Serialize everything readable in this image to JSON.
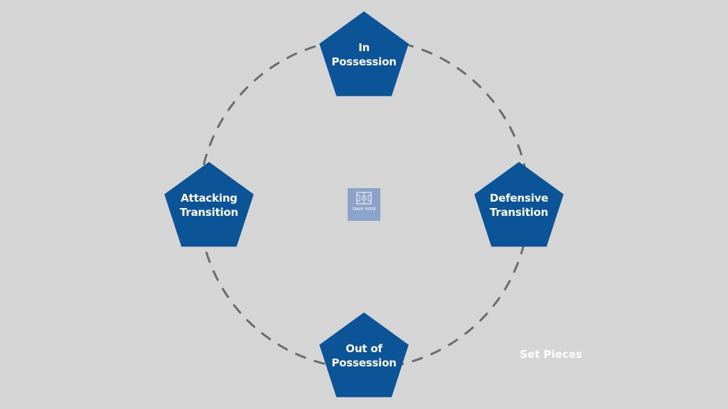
{
  "diagram": {
    "colors": {
      "background": "#d5d5d5",
      "node_fill": "#0b5498",
      "ring_stroke": "#6b6b6b",
      "label_text": "#ffffff",
      "logo_fill": "#8ba3c9"
    },
    "nodes": [
      {
        "id": "in-possession",
        "line1": "In",
        "line2": "Possession"
      },
      {
        "id": "defensive-transition",
        "line1": "Defensive",
        "line2": "Transition"
      },
      {
        "id": "out-of-possession",
        "line1": "Out of",
        "line2": "Possession"
      },
      {
        "id": "attacking-transition",
        "line1": "Attacking",
        "line2": "Transition"
      }
    ],
    "extra_label": "Set Pieces",
    "logo": {
      "text": "COACH REESE",
      "icon": "tactics-board-icon"
    }
  }
}
